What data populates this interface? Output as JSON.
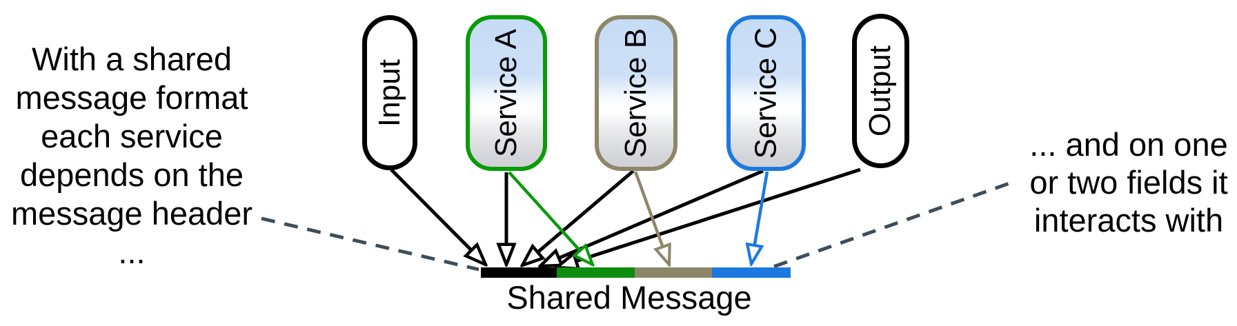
{
  "annotations": {
    "left": "With a shared\nmessage format\neach service\ndepends on the\nmessage header\n...",
    "right": "... and on one\nor two fields it\ninteracts with"
  },
  "nodes": [
    {
      "label": "Input",
      "border_color": "#000000",
      "fill": "white"
    },
    {
      "label": "Service A",
      "border_color": "#089c08",
      "fill": "blue-gray gradient"
    },
    {
      "label": "Service B",
      "border_color": "#8d876a",
      "fill": "blue-gray gradient"
    },
    {
      "label": "Service C",
      "border_color": "#1d79e0",
      "fill": "blue-gray gradient"
    },
    {
      "label": "Output",
      "border_color": "#000000",
      "fill": "white"
    }
  ],
  "shared_message": {
    "label": "Shared Message",
    "segment_colors": [
      "#000000",
      "#0d8c0d",
      "#8d876a",
      "#1d79e0"
    ]
  },
  "edges": [
    {
      "from": "Input",
      "to": "header segment",
      "color": "#000000"
    },
    {
      "from": "Service A",
      "to": "header segment",
      "color": "#000000"
    },
    {
      "from": "Service A",
      "to": "own field (green)",
      "color": "#089c08"
    },
    {
      "from": "Service B",
      "to": "header segment",
      "color": "#000000"
    },
    {
      "from": "Service B",
      "to": "own field (tan)",
      "color": "#8d876a"
    },
    {
      "from": "Service C",
      "to": "header segment",
      "color": "#000000"
    },
    {
      "from": "Service C",
      "to": "own field (blue)",
      "color": "#1d79e0"
    },
    {
      "from": "Output",
      "to": "header segment",
      "color": "#000000"
    }
  ],
  "callout_dash_color": "#3d4d5a"
}
